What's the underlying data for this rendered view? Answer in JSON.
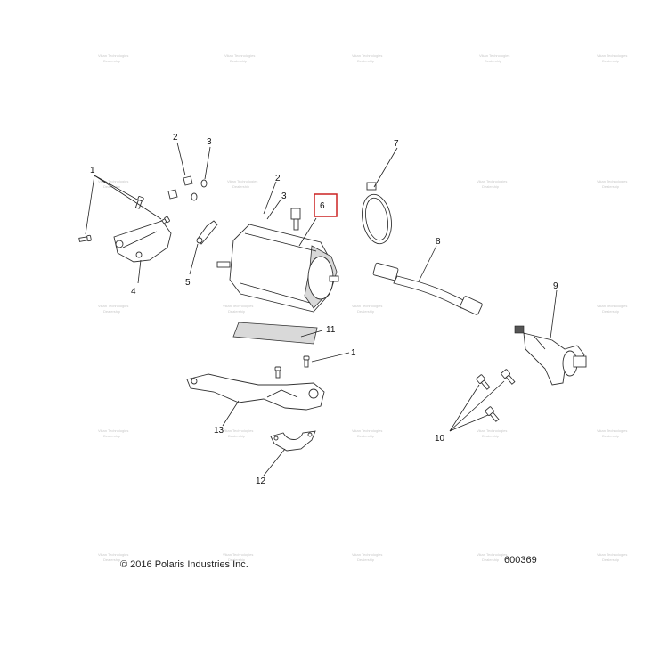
{
  "callouts": {
    "c1a": "1",
    "c2a": "2",
    "c3a": "3",
    "c2b": "2",
    "c3b": "3",
    "c4": "4",
    "c5": "5",
    "c6": "6",
    "c7": "7",
    "c8": "8",
    "c9": "9",
    "c10": "10",
    "c11": "11",
    "c1b": "1",
    "c12": "12",
    "c13": "13"
  },
  "footer": {
    "copyright": "© 2016 Polaris Industries Inc.",
    "diagram_number": "600369"
  },
  "watermark": {
    "line1": "Vikan Technologies",
    "line2": "Dealership"
  },
  "colors": {
    "highlight_box": "#cc2222",
    "line": "#222222"
  }
}
